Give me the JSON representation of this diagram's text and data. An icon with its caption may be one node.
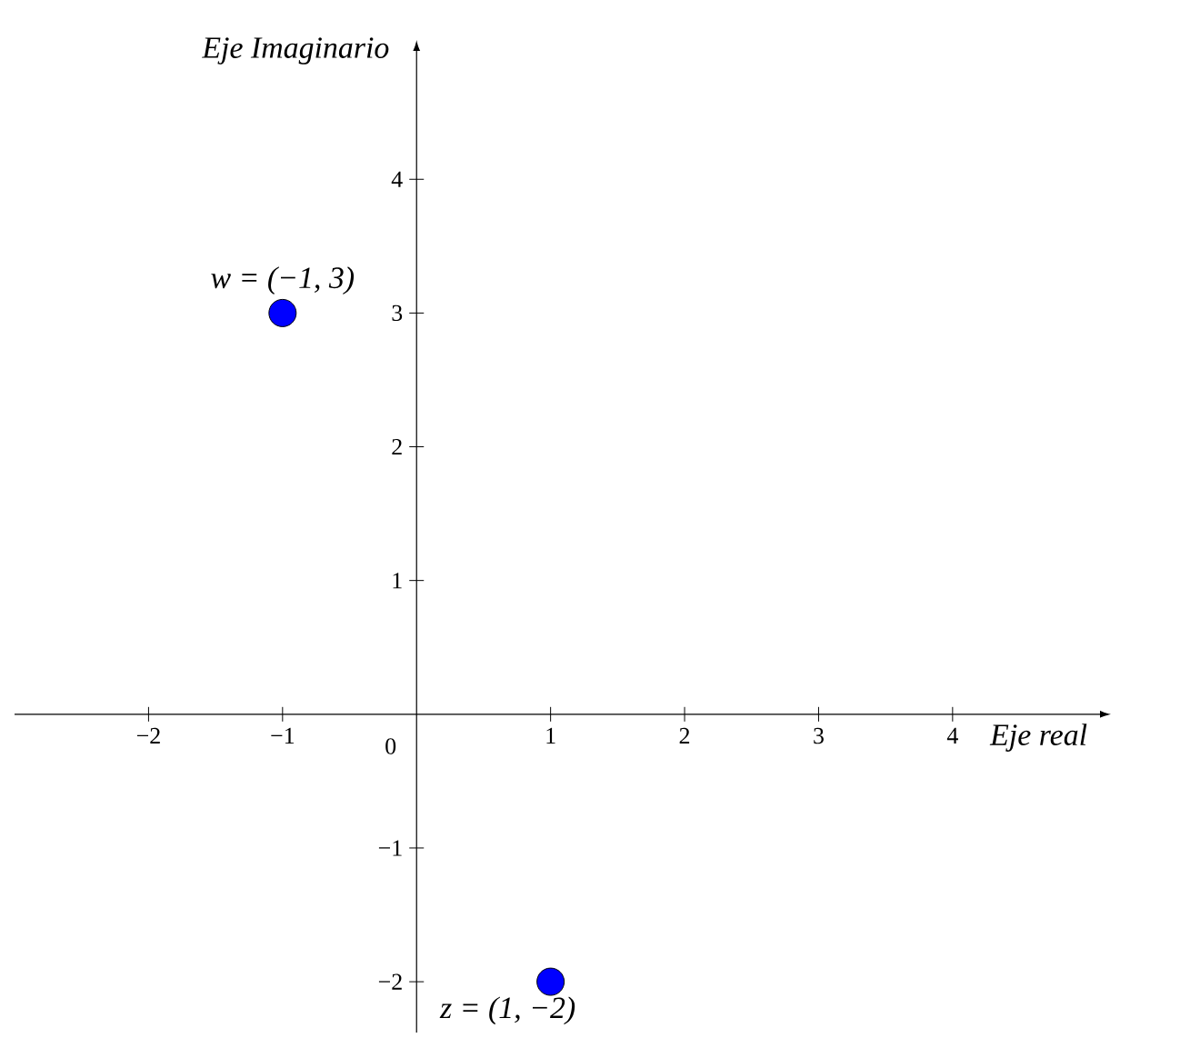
{
  "diagram": {
    "labels": [
      "0"
    ],
    "chart_data": {
      "type": "scatter",
      "xlabel": "Eje real",
      "ylabel": "Eje Imaginario",
      "x": [
        -1,
        1
      ],
      "series": [
        {
          "color": "#0000ff",
          "values": [
            3,
            -2
          ]
        }
      ],
      "xlim": [
        -3,
        5.1
      ],
      "ylim": [
        -2.38,
        4.96
      ],
      "xticks": [
        -2,
        -1,
        1,
        2,
        3,
        4
      ],
      "yticks": [
        -2,
        -1,
        1,
        2,
        3,
        4
      ],
      "annotations": [
        {
          "x": -1,
          "y": 3,
          "text": "w = (−1, 3)"
        },
        {
          "x": 1,
          "y": -2,
          "text": "z = (1, −2)"
        }
      ]
    }
  }
}
